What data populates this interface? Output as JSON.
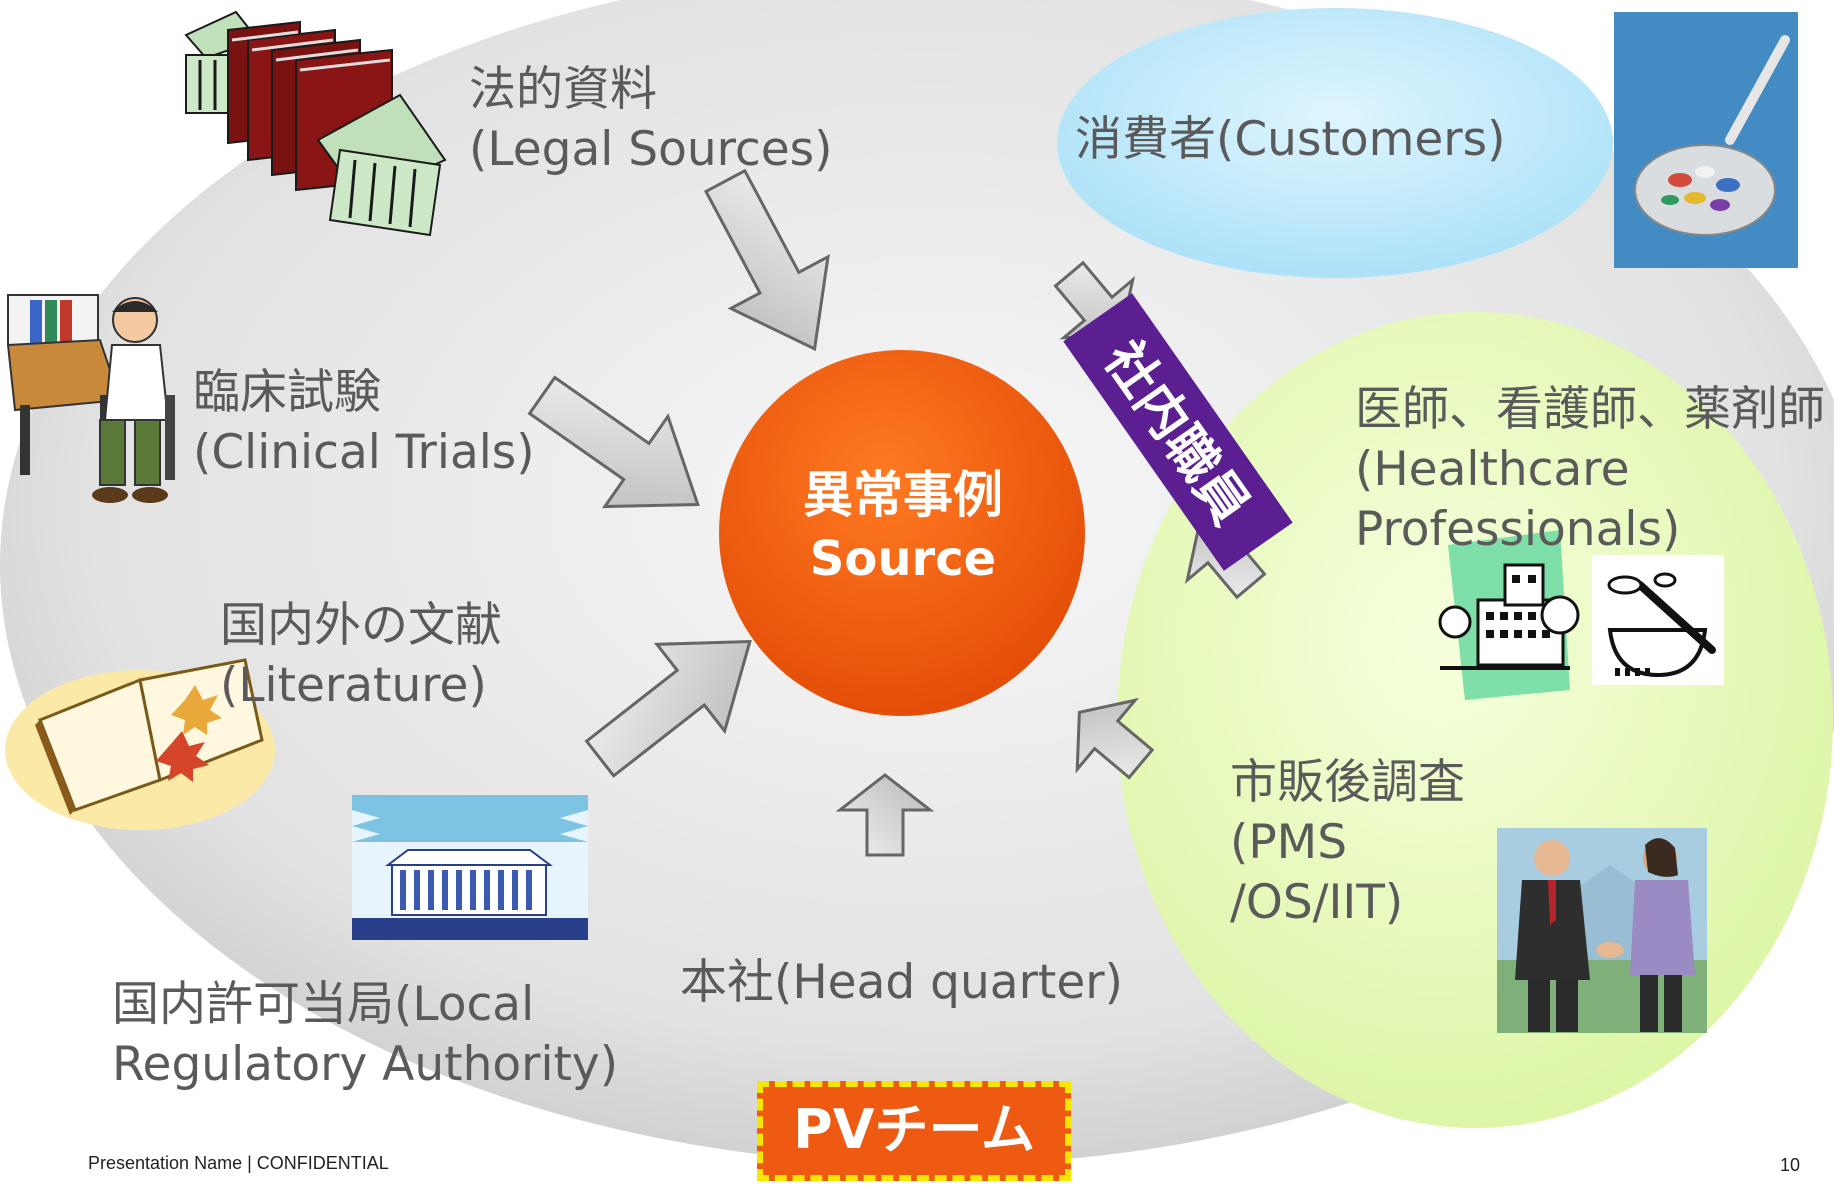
{
  "center": {
    "line1": "異常事例",
    "line2": "Source"
  },
  "sources": {
    "legal": {
      "jp": "法的資料",
      "en": "(Legal Sources)"
    },
    "clinical": {
      "jp": "臨床試験",
      "en": "(Clinical Trials)"
    },
    "literature": {
      "jp": "国内外の文献",
      "en": "(Literature)"
    },
    "regulatory": {
      "line1": "国内許可当局(Local",
      "line2": "Regulatory Authority)"
    },
    "headquarter": {
      "text": "本社(Head quarter)"
    },
    "customers": {
      "text": "消費者(Customers)"
    },
    "healthcare": {
      "line1": "医師、看護師、薬剤師",
      "line2": "(Healthcare",
      "line3": "Professionals)"
    },
    "pms": {
      "line1": "市販後調査",
      "line2": "(PMS",
      "line3": "/OS/IIT)"
    }
  },
  "staff_banner": "社内職員",
  "pv_team": "PVチーム",
  "footer": {
    "left": "Presentation Name | CONFIDENTIAL",
    "page": "10"
  },
  "colors": {
    "center_circle": "#f25d0e",
    "main_ellipse": "#d6d6d6",
    "customers_ellipse": "#bfe9fb",
    "healthcare_circle": "#eefbc6",
    "banner": "#5b1f92",
    "pv_fill": "#ef5a12",
    "pv_border": "#f7e600"
  },
  "icons": [
    "building-icon",
    "books-icon",
    "doctor-icon",
    "open-book-icon",
    "government-building-icon",
    "pills-spoon-icon",
    "hospital-icon",
    "mortar-pestle-icon",
    "handshake-icon"
  ]
}
